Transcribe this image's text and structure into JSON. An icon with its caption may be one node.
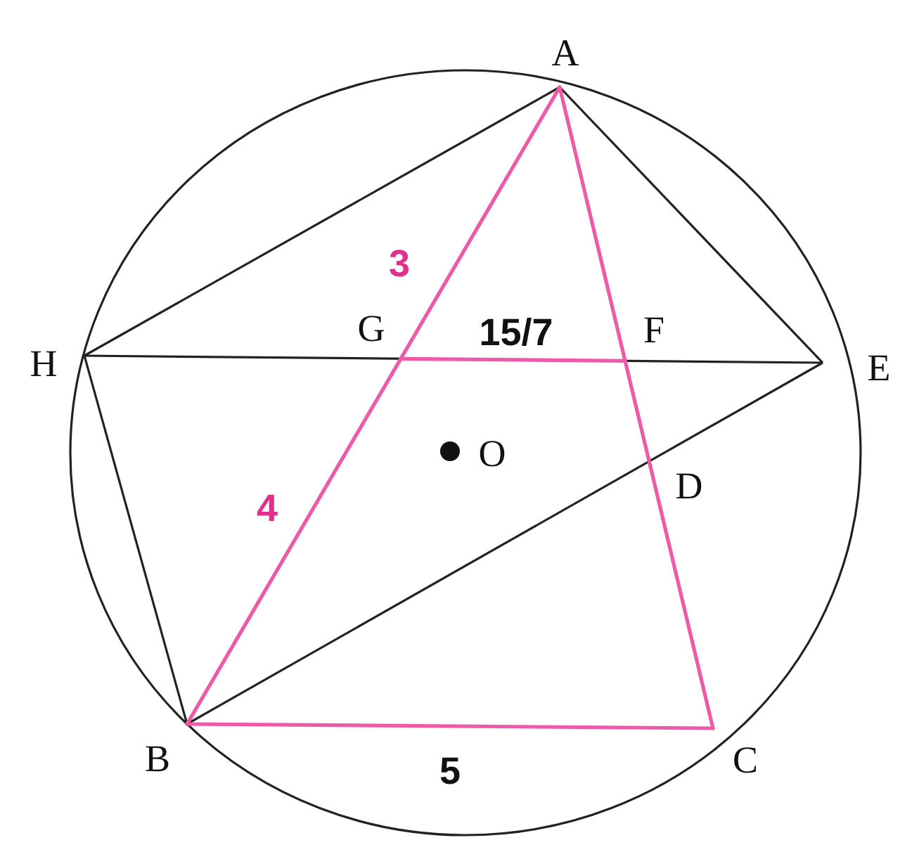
{
  "diagram": {
    "labels": [
      "A",
      "3",
      "G",
      "15/7",
      "F",
      "H",
      "E",
      "O",
      "D",
      "4",
      "B",
      "5",
      "C"
    ]
  }
}
